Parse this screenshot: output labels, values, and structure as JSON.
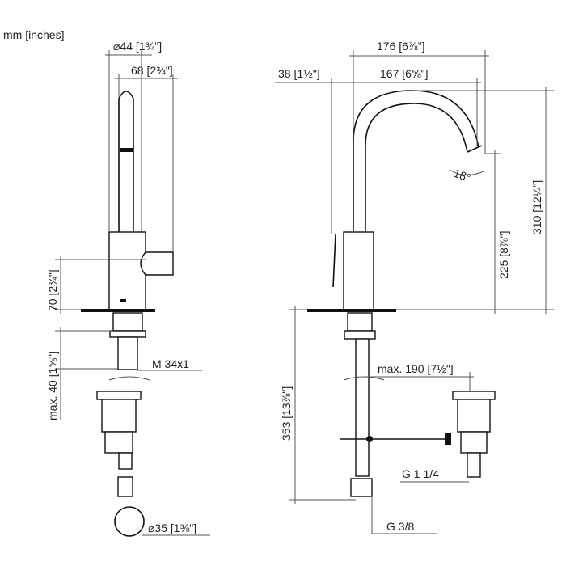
{
  "units_label": "mm [inches]",
  "side_view": {
    "diameter_top": "⌀44 [1¾\"]",
    "handle_offset": "68 [2¾\"]",
    "body_height": "70 [2¾\"]",
    "max_thickness": "max. 40 [1⅝\"]",
    "thread": "M 34x1",
    "hole_diameter": "⌀35 [1⅜\"]"
  },
  "front_view": {
    "reach_total": "176 [6⅞\"]",
    "left_offset": "38 [1½\"]",
    "reach": "167 [6⅝\"]",
    "angle": "18°",
    "spout_height": "225 [8⅞\"]",
    "total_height": "310 [12¼\"]",
    "max_rod": "max. 190 [7½\"]",
    "below_depth": "353 [13⅞\"]",
    "waste_thread": "G 1 1/4",
    "supply_thread": "G 3/8"
  }
}
